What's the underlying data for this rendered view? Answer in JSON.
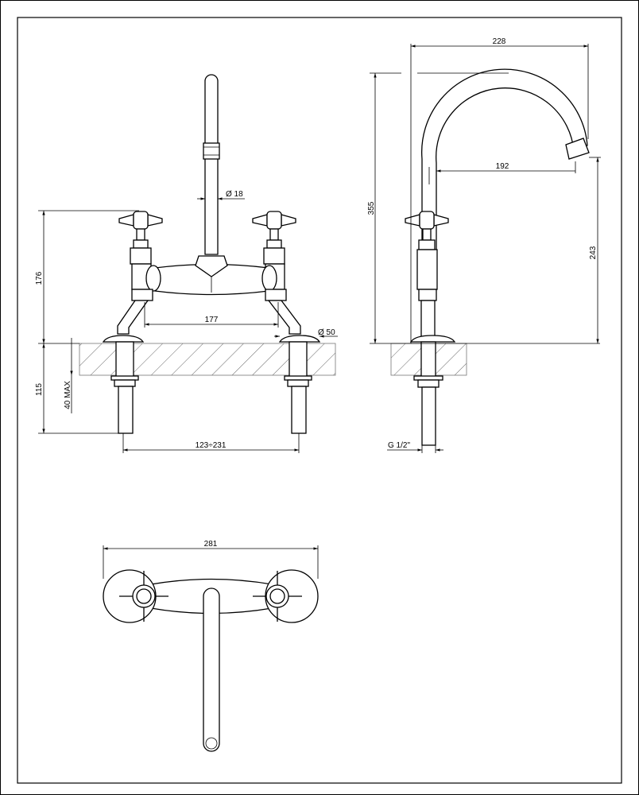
{
  "drawing": {
    "front_view": {
      "dim_height_above_deck": "176",
      "dim_below_deck": "115",
      "dim_deck_thickness": "40 MAX",
      "dim_body_width": "177",
      "dim_spout_diameter": "Ø 18",
      "dim_flange_diameter": "Ø 50",
      "dim_centers_range": "123÷231"
    },
    "side_view": {
      "dim_spout_reach_total": "228",
      "dim_spout_reach": "192",
      "dim_total_height": "355",
      "dim_outlet_height": "243",
      "dim_thread": "G 1/2\""
    },
    "top_view": {
      "dim_overall_width": "281"
    }
  }
}
